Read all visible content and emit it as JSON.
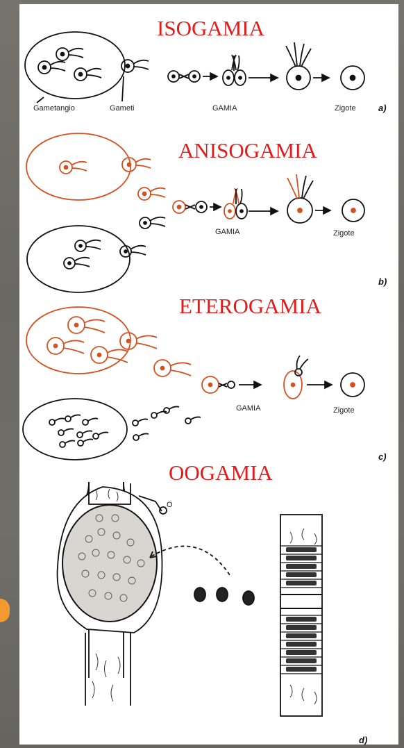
{
  "sections": {
    "a": {
      "title": "ISOGAMIA",
      "panel": "a)",
      "labels": {
        "gametangio": "Gametangio",
        "gameti": "Gameti",
        "gamia": "GAMIA",
        "zigote": "Zigote"
      }
    },
    "b": {
      "title": "ANISOGAMIA",
      "panel": "b)",
      "labels": {
        "gamia": "GAMIA",
        "zigote": "Zigote"
      }
    },
    "c": {
      "title": "ETEROGAMIA",
      "panel": "c)",
      "labels": {
        "gamia": "GAMIA",
        "zigote": "Zigote"
      }
    },
    "d": {
      "title": "OOGAMIA",
      "panel": "d)",
      "labels": {
        "pointer": "O"
      }
    }
  },
  "colors": {
    "title": "#e31b1b",
    "female": "#d4511f",
    "ink": "#111111",
    "background": "#6e6c66"
  }
}
